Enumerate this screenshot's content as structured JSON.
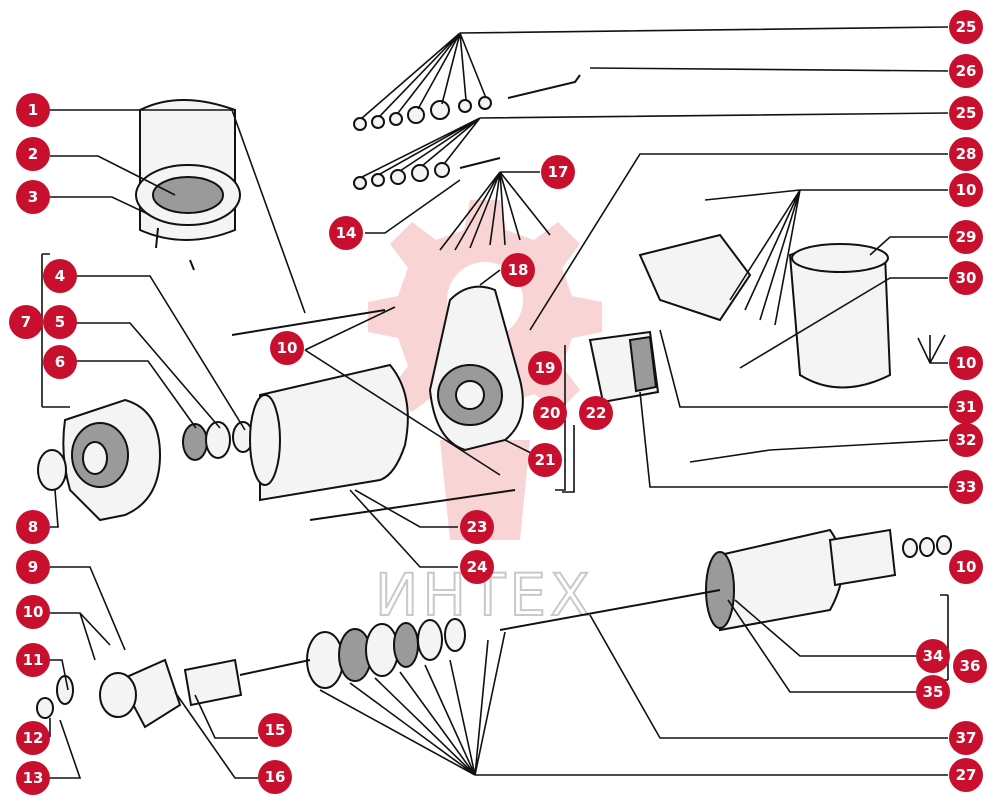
{
  "watermark": {
    "text": "ИНТЕХ"
  },
  "colors": {
    "badge": "#c8102e",
    "line": "#111111",
    "watermark_gear": "#f7c6c6"
  },
  "labels": [
    "1",
    "2",
    "3",
    "4",
    "5",
    "6",
    "7",
    "8",
    "9",
    "10",
    "11",
    "12",
    "13",
    "14",
    "15",
    "16",
    "17",
    "18",
    "19",
    "20",
    "21",
    "22",
    "23",
    "24",
    "25",
    "26",
    "27",
    "28",
    "29",
    "30",
    "31",
    "32",
    "33",
    "34",
    "35",
    "36",
    "37"
  ],
  "extra_labels": {
    "l10b": "10",
    "l10c": "10",
    "l10d": "10",
    "l10e": "10",
    "l25b": "25"
  }
}
